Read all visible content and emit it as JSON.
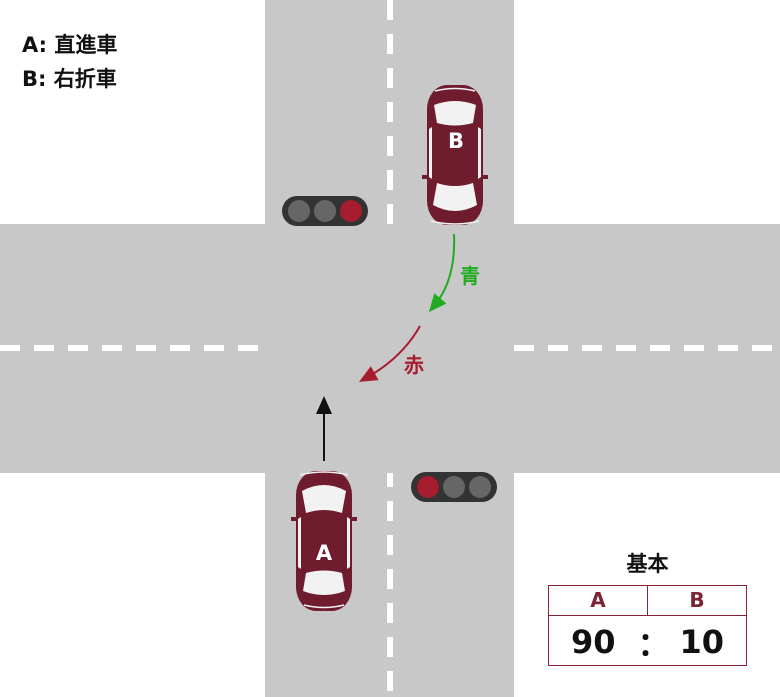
{
  "legend": {
    "a_label": "A: 直進車",
    "b_label": "B: 右折車"
  },
  "vehicles": {
    "a_mark": "A",
    "b_mark": "B",
    "car_color": "#6e1c2e"
  },
  "signals": {
    "north_signal": "red",
    "south_signal": "red",
    "red_color": "#a81c30",
    "off_color": "#666666"
  },
  "arrows": {
    "green_label": "青",
    "green_color": "#22aa22",
    "red_label": "赤",
    "red_color": "#a81c30"
  },
  "ratio": {
    "title": "基本",
    "col_a": "A",
    "col_b": "B",
    "value_a": "90",
    "separator": "：",
    "value_b": "10"
  }
}
